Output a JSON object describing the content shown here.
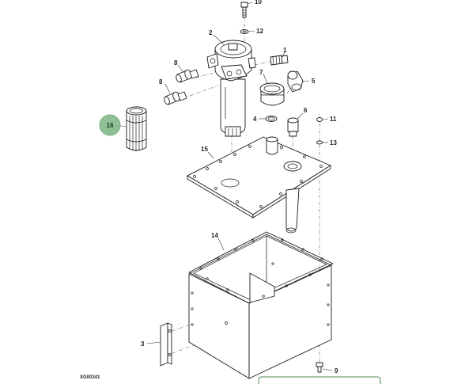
{
  "figure_code": "XG00341",
  "highlighted_callout": "16",
  "highlight_color": "#8fbf94",
  "callouts": [
    {
      "id": "c10",
      "label": "10"
    },
    {
      "id": "c12",
      "label": "12"
    },
    {
      "id": "c2",
      "label": "2"
    },
    {
      "id": "c1",
      "label": "1"
    },
    {
      "id": "c8a",
      "label": "8"
    },
    {
      "id": "c8b",
      "label": "8"
    },
    {
      "id": "c7",
      "label": "7"
    },
    {
      "id": "c5",
      "label": "5"
    },
    {
      "id": "c16",
      "label": "16"
    },
    {
      "id": "c4",
      "label": "4"
    },
    {
      "id": "c6",
      "label": "6"
    },
    {
      "id": "c11",
      "label": "11"
    },
    {
      "id": "c13",
      "label": "13"
    },
    {
      "id": "c15",
      "label": "15"
    },
    {
      "id": "c14",
      "label": "14"
    },
    {
      "id": "c3",
      "label": "3"
    },
    {
      "id": "c9",
      "label": "9"
    }
  ]
}
